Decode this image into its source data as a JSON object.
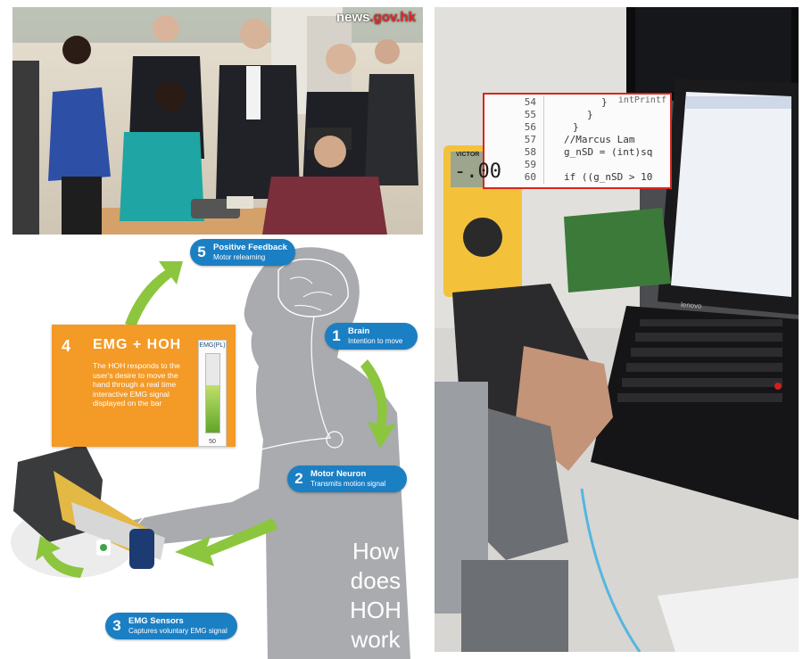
{
  "watermark": {
    "brand": "news",
    "domain": ".gov.hk"
  },
  "code_snippet": {
    "lines": [
      {
        "n": "54",
        "code": "}"
      },
      {
        "n": "55",
        "code": "}"
      },
      {
        "n": "56",
        "code": "}"
      },
      {
        "n": "57",
        "code": "//Marcus Lam"
      },
      {
        "n": "58",
        "code": "g_nSD = (int)sq"
      },
      {
        "n": "59",
        "code": ""
      },
      {
        "n": "60",
        "code": "if ((g_nSD > 10"
      }
    ],
    "fragment": "intPrintf"
  },
  "multimeter": {
    "brand": "VICTOR",
    "reading": "-.00"
  },
  "laptop": {
    "brand": "lenovo"
  },
  "diagram": {
    "steps": [
      {
        "num": "5",
        "title": "Positive Feedback",
        "subtitle": "Motor relearning"
      },
      {
        "num": "1",
        "title": "Brain",
        "subtitle": "Intention to move"
      },
      {
        "num": "2",
        "title": "Motor Neuron",
        "subtitle": "Transmits motion signal"
      },
      {
        "num": "3",
        "title": "EMG Sensors",
        "subtitle": "Captures voluntary EMG signal"
      }
    ],
    "emg_box": {
      "num": "4",
      "title": "EMG + HOH",
      "description": "The HOH responds to the user's desire to move the hand through a real time interactive EMG signal displayed on the bar",
      "meter_label": "EMG(PL)",
      "meter_value": "50",
      "meter_fill": 0.6
    },
    "caption": [
      "How",
      "does",
      "HOH",
      "work"
    ]
  },
  "colors": {
    "badge_blue": "#1b7fc4",
    "emg_orange": "#f39a27",
    "arrow_green": "#8cc63f",
    "body_gray": "#a9abae"
  }
}
